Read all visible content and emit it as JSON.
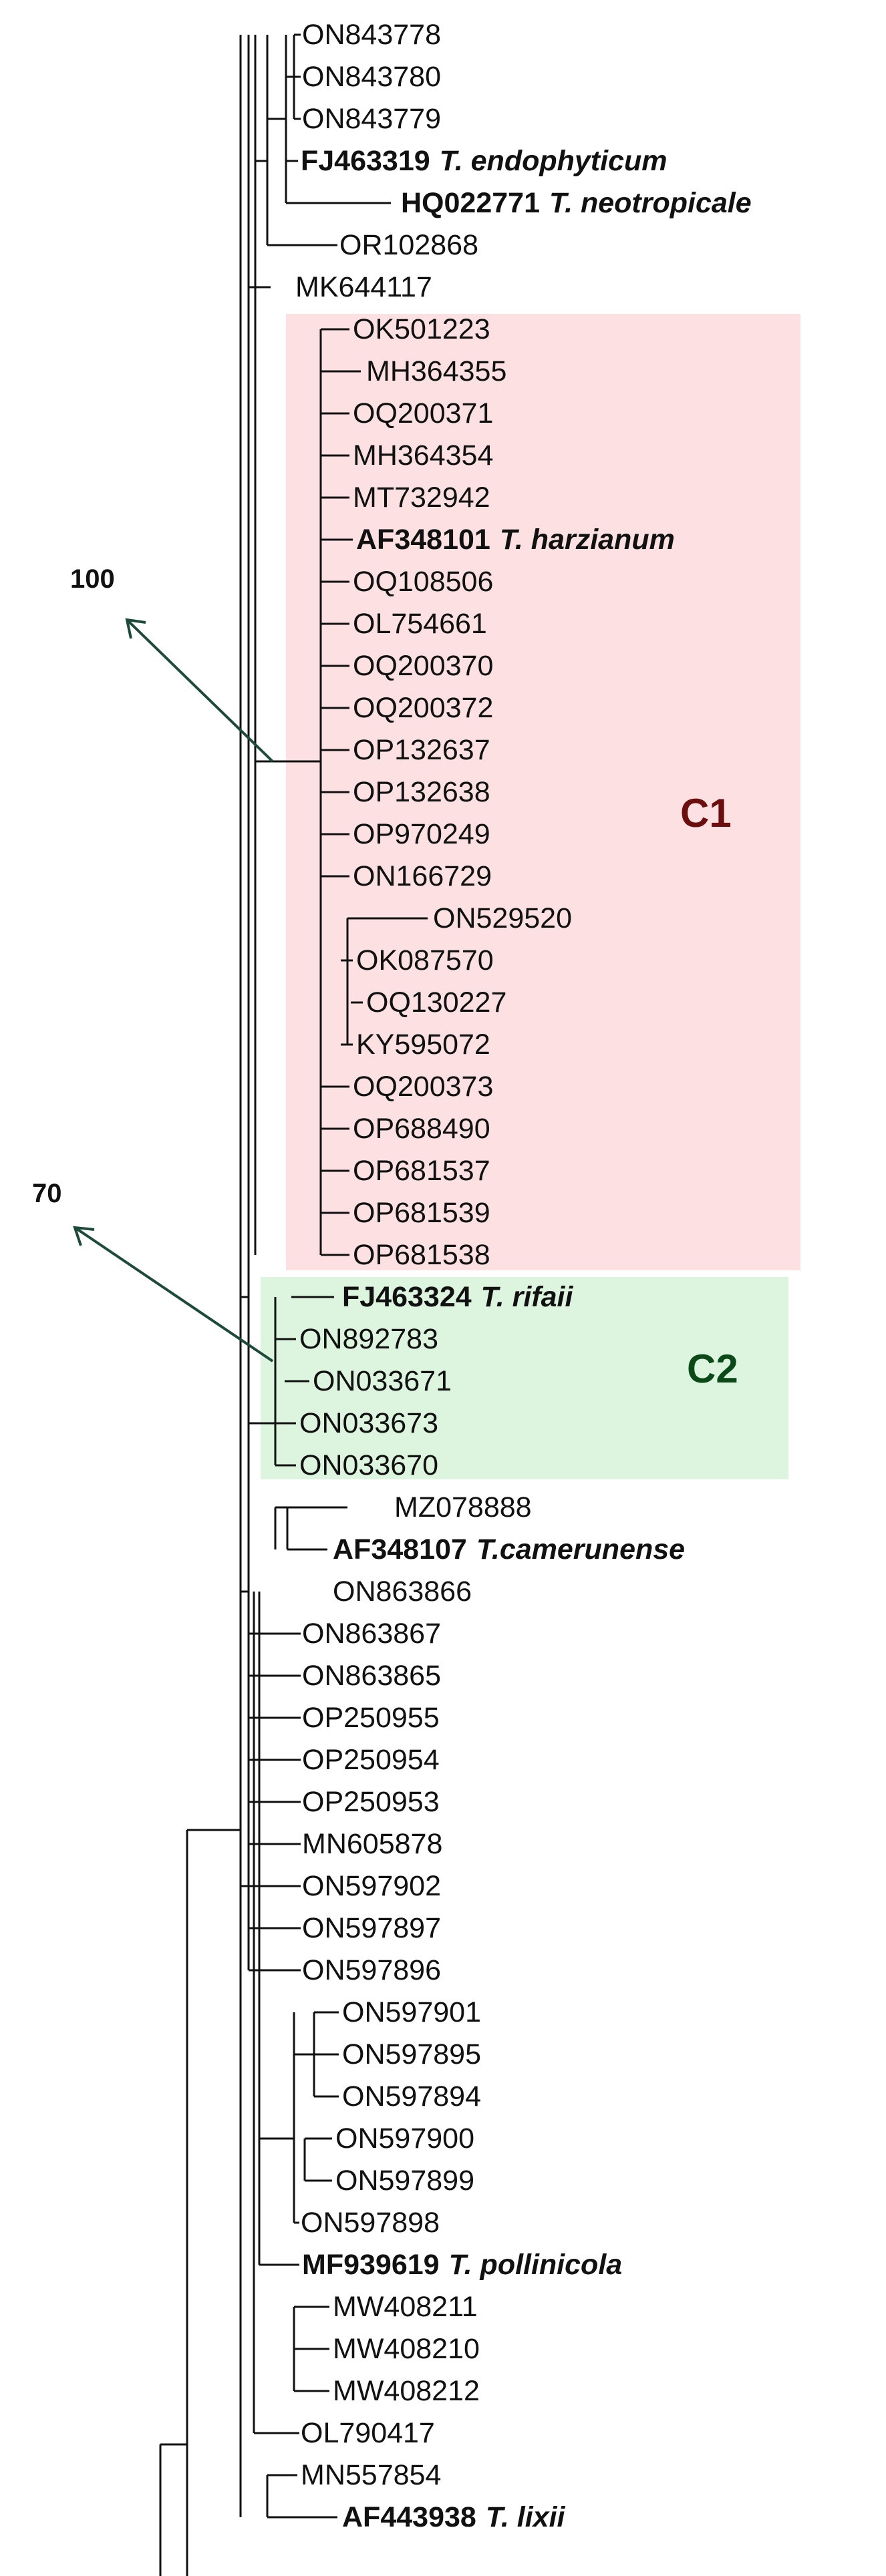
{
  "colors": {
    "c1_fill": "#fde1e2",
    "c2_fill": "#ddf5df",
    "c1_label": "#6a0e0e",
    "c2_label": "#0b4a18",
    "arrow": "#1d4a3a"
  },
  "clades": {
    "c1": "C1",
    "c2": "C2"
  },
  "bootstrap": {
    "b100": "100",
    "b70": "70"
  },
  "taxa": [
    {
      "acc": "ON843778"
    },
    {
      "acc": "ON843780"
    },
    {
      "acc": "ON843779"
    },
    {
      "acc": "FJ463319",
      "sp": "T. endophyticum"
    },
    {
      "acc": "HQ022771",
      "sp": "T. neotropicale"
    },
    {
      "acc": "OR102868"
    },
    {
      "acc": "MK644117"
    },
    {
      "acc": "OK501223"
    },
    {
      "acc": "MH364355"
    },
    {
      "acc": "OQ200371"
    },
    {
      "acc": "MH364354"
    },
    {
      "acc": "MT732942"
    },
    {
      "acc": "AF348101",
      "sp": "T. harzianum"
    },
    {
      "acc": "OQ108506"
    },
    {
      "acc": "OL754661"
    },
    {
      "acc": "OQ200370"
    },
    {
      "acc": "OQ200372"
    },
    {
      "acc": "OP132637"
    },
    {
      "acc": "OP132638"
    },
    {
      "acc": "OP970249"
    },
    {
      "acc": "ON166729"
    },
    {
      "acc": "ON529520"
    },
    {
      "acc": "OK087570"
    },
    {
      "acc": "OQ130227"
    },
    {
      "acc": "KY595072"
    },
    {
      "acc": "OQ200373"
    },
    {
      "acc": "OP688490"
    },
    {
      "acc": "OP681537"
    },
    {
      "acc": "OP681539"
    },
    {
      "acc": "OP681538"
    },
    {
      "acc": "FJ463324",
      "sp": "T. rifaii"
    },
    {
      "acc": "ON892783"
    },
    {
      "acc": "ON033671"
    },
    {
      "acc": "ON033673"
    },
    {
      "acc": "ON033670"
    },
    {
      "acc": "MZ078888"
    },
    {
      "acc": "AF348107",
      "sp": "T.camerunense"
    },
    {
      "acc": "ON863866"
    },
    {
      "acc": "ON863867"
    },
    {
      "acc": "ON863865"
    },
    {
      "acc": "OP250955"
    },
    {
      "acc": "OP250954"
    },
    {
      "acc": "OP250953"
    },
    {
      "acc": "MN605878"
    },
    {
      "acc": "ON597902"
    },
    {
      "acc": "ON597897"
    },
    {
      "acc": "ON597896"
    },
    {
      "acc": "ON597901"
    },
    {
      "acc": "ON597895"
    },
    {
      "acc": "ON597894"
    },
    {
      "acc": "ON597900"
    },
    {
      "acc": "ON597899"
    },
    {
      "acc": "ON597898"
    },
    {
      "acc": "MF939619",
      "sp": "T. pollinicola"
    },
    {
      "acc": "MW408211"
    },
    {
      "acc": "MW408210"
    },
    {
      "acc": "MW408212"
    },
    {
      "acc": "OL790417"
    },
    {
      "acc": "MN557854"
    },
    {
      "acc": "AF443938",
      "sp": "T. lixii"
    }
  ]
}
